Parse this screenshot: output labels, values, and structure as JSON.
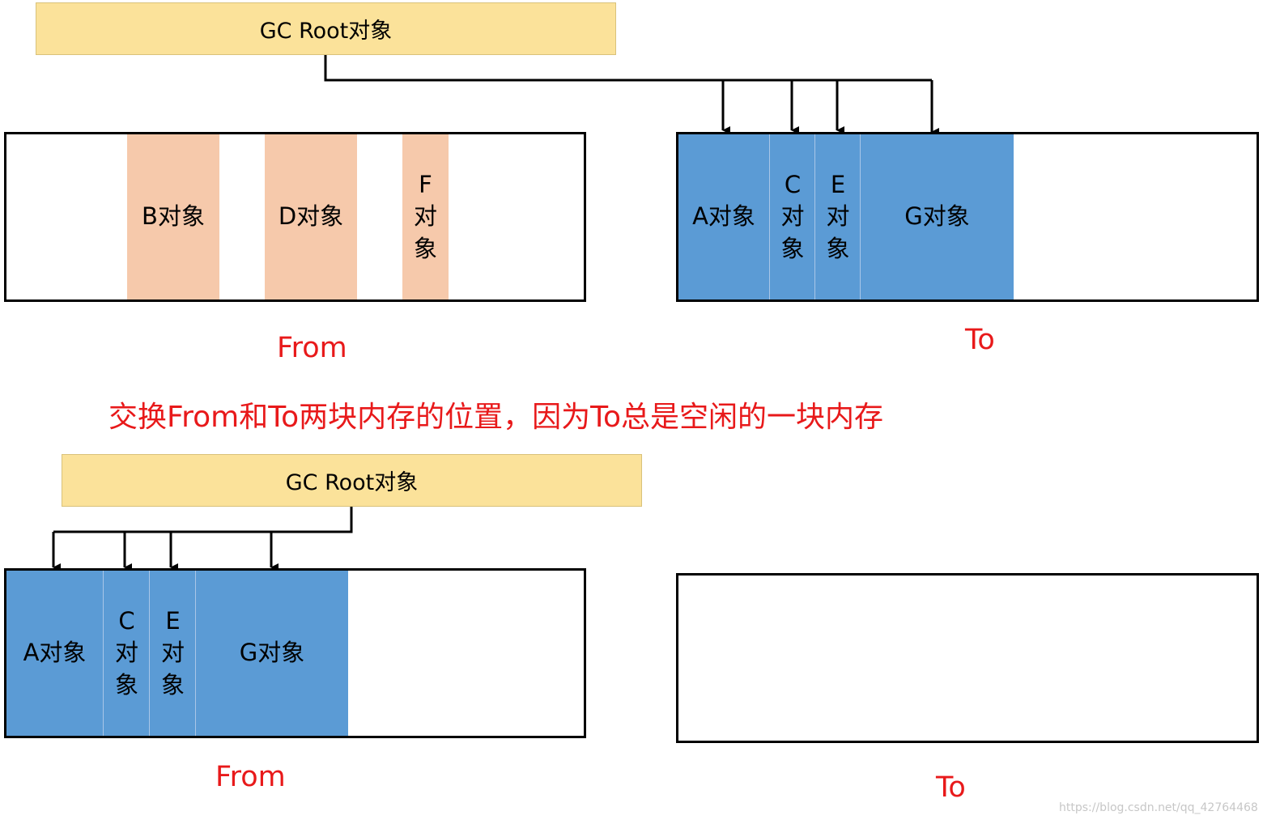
{
  "top": {
    "root_label": "GC Root对象",
    "from_objects": [
      {
        "label": "B对象"
      },
      {
        "label": "D对象"
      },
      {
        "label": "F\n对\n象"
      }
    ],
    "to_objects": [
      {
        "label": "A对象"
      },
      {
        "label": "C\n对\n象"
      },
      {
        "label": "E\n对\n象"
      },
      {
        "label": "G对象"
      }
    ],
    "from_label": "From",
    "to_label": "To"
  },
  "caption": "交换From和To两块内存的位置，因为To总是空闲的一块内存",
  "bottom": {
    "root_label": "GC Root对象",
    "from_objects": [
      {
        "label": "A对象"
      },
      {
        "label": "C\n对\n象"
      },
      {
        "label": "E\n对\n象"
      },
      {
        "label": "G对象"
      }
    ],
    "from_label": "From",
    "to_label": "To"
  },
  "watermark": "https://blog.csdn.net/qq_42764468",
  "colors": {
    "root_fill": "#fbe29a",
    "dead_object_fill": "#f6c9ab",
    "live_object_fill": "#5b9bd5",
    "label_red": "#e8191a"
  }
}
